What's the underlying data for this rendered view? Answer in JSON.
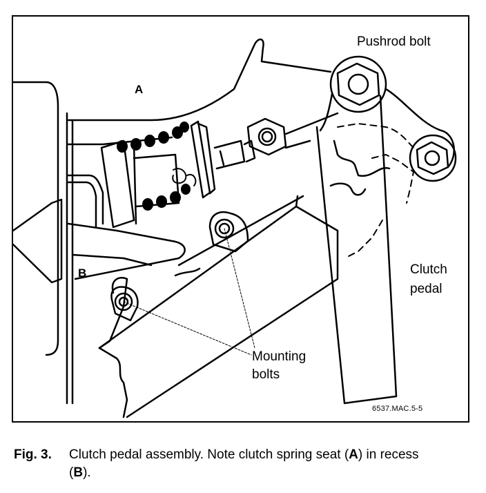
{
  "diagram": {
    "labels": {
      "pushrod_bolt": "Pushrod bolt",
      "a": "A",
      "b": "B",
      "clutch": "Clutch",
      "pedal": "pedal",
      "mounting": "Mounting",
      "bolts": "bolts",
      "code": "6537.MAC.5-5"
    }
  },
  "caption": {
    "fig_number": "Fig. 3.",
    "text_1": "Clutch pedal assembly. Note clutch spring seat (",
    "a": "A",
    "text_2": ") in recess",
    "text_3": "(",
    "b": "B",
    "text_4": ")."
  }
}
